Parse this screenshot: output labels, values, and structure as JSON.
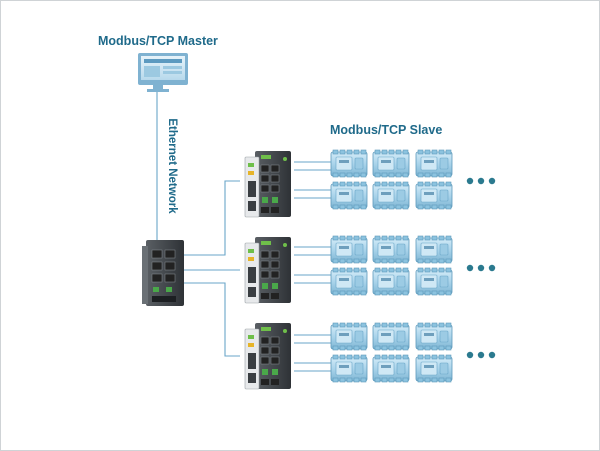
{
  "labels": {
    "master": "Modbus/TCP Master",
    "slave": "Modbus/TCP Slave",
    "network": "Ethernet Network"
  },
  "colors": {
    "text": "#1f6a8a",
    "line": "#6aa6c8",
    "device_body": "#3f4347",
    "slave_fill": "#a9d3ea",
    "dots": "#2b7a8f"
  },
  "icons": {
    "master": "monitor-icon",
    "main_switch": "industrial-switch-icon",
    "gateway": "modbus-gateway-icon",
    "slave": "io-module-icon",
    "more": "ellipsis-icon"
  },
  "groups": 3,
  "slaves_per_row": 3
}
